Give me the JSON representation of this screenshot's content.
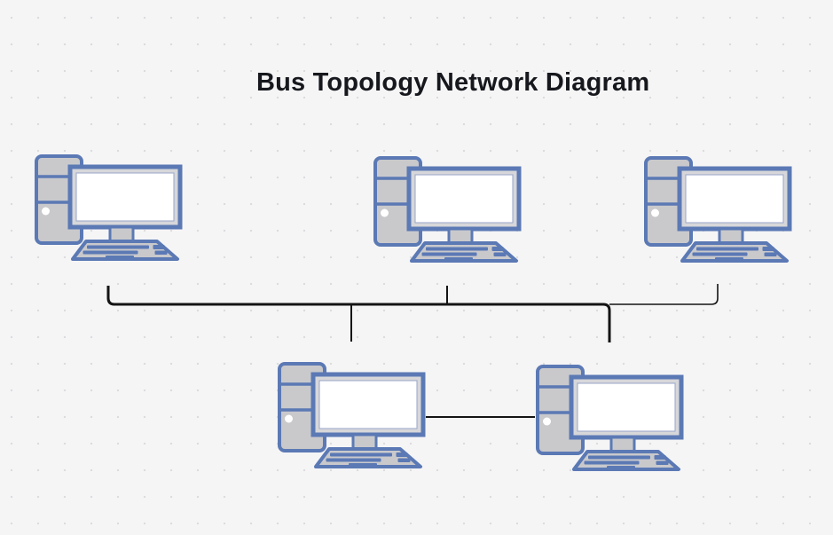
{
  "title": "Bus Topology Network Diagram",
  "diagram": {
    "type": "bus-topology",
    "nodes": [
      {
        "id": "computer-1",
        "icon": "desktop-computer-icon",
        "row": "top",
        "column": 1
      },
      {
        "id": "computer-2",
        "icon": "desktop-computer-icon",
        "row": "top",
        "column": 2
      },
      {
        "id": "computer-3",
        "icon": "desktop-computer-icon",
        "row": "top",
        "column": 3
      },
      {
        "id": "computer-4",
        "icon": "desktop-computer-icon",
        "row": "bottom",
        "column": 1
      },
      {
        "id": "computer-5",
        "icon": "desktop-computer-icon",
        "row": "bottom",
        "column": 2
      }
    ],
    "connections": [
      {
        "from": "computer-1",
        "to": "bus",
        "shape": "elbow-down"
      },
      {
        "from": "computer-2",
        "to": "bus",
        "shape": "straight-down"
      },
      {
        "from": "computer-3",
        "to": "bus",
        "shape": "elbow-down"
      },
      {
        "from": "bus",
        "to": "computer-4",
        "shape": "straight-down"
      },
      {
        "from": "bus",
        "to": "computer-5",
        "shape": "elbow-down"
      },
      {
        "from": "computer-4",
        "to": "computer-5",
        "shape": "straight-horizontal"
      }
    ]
  },
  "colors": {
    "background": "#f5f5f6",
    "grid_dot": "#dcdcdf",
    "title_text": "#16181d",
    "connector_line": "#141414",
    "icon_stroke_blue": "#5b79b4",
    "icon_fill_gray": "#c9c9cc",
    "monitor_bezel_gray": "#d7d7da",
    "screen_white": "#ffffff"
  }
}
